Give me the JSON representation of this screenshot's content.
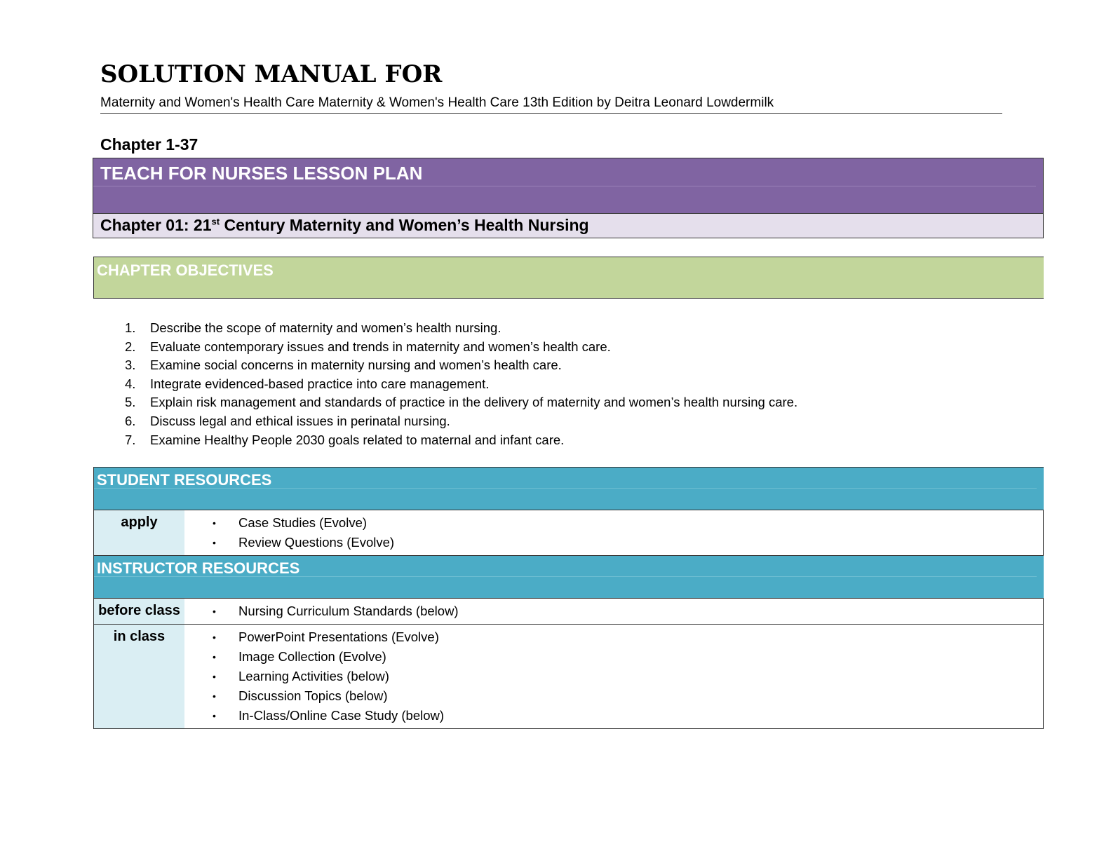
{
  "header": {
    "title": "SOLUTION MANUAL FOR",
    "subtitle": "Maternity and Women's Health Care Maternity & Women's Health Care 13th Edition by Deitra Leonard Lowdermilk",
    "chapter_range": "Chapter 1-37"
  },
  "plan": {
    "heading": "TEACH FOR NURSES LESSON PLAN",
    "chapter_prefix": "Chapter 01: 21",
    "chapter_sup": "st",
    "chapter_suffix": " Century Maternity and Women’s Health Nursing"
  },
  "objectives": {
    "heading": "CHAPTER OBJECTIVES",
    "items": [
      {
        "num": "1.",
        "text": "Describe the scope of maternity and women’s health nursing."
      },
      {
        "num": "2.",
        "text": "Evaluate contemporary issues and trends in maternity and women’s health care."
      },
      {
        "num": "3.",
        "text": "Examine social concerns in maternity nursing and women’s health care."
      },
      {
        "num": "4.",
        "text": "Integrate evidenced-based practice into care management."
      },
      {
        "num": "5.",
        "text": "Explain risk management and standards of practice in the delivery of maternity and women’s health nursing care."
      },
      {
        "num": "6.",
        "text": "Discuss legal and ethical issues in perinatal nursing."
      },
      {
        "num": "7.",
        "text": "Examine Healthy People 2030 goals related to maternal and infant care."
      }
    ]
  },
  "student_resources": {
    "heading": "STUDENT RESOURCES",
    "rows": [
      {
        "label": "apply",
        "items": [
          "Case Studies (Evolve)",
          "Review Questions (Evolve)"
        ]
      }
    ]
  },
  "instructor_resources": {
    "heading": "INSTRUCTOR RESOURCES",
    "rows": [
      {
        "label": "before class",
        "items": [
          "Nursing Curriculum Standards (below)"
        ]
      },
      {
        "label": "in class",
        "items": [
          "PowerPoint Presentations (Evolve)",
          "Image Collection (Evolve)",
          "Learning Activities (below)",
          "Discussion Topics (below)",
          "In-Class/Online Case Study (below)"
        ]
      }
    ]
  },
  "bullet_glyph": "•",
  "colors": {
    "plan_band": "#8064a2",
    "plan_chapter_bg": "#e5dfec",
    "objectives_band": "#c2d69b",
    "resources_band": "#4bacc6",
    "label_cell_bg": "#daeef3"
  }
}
